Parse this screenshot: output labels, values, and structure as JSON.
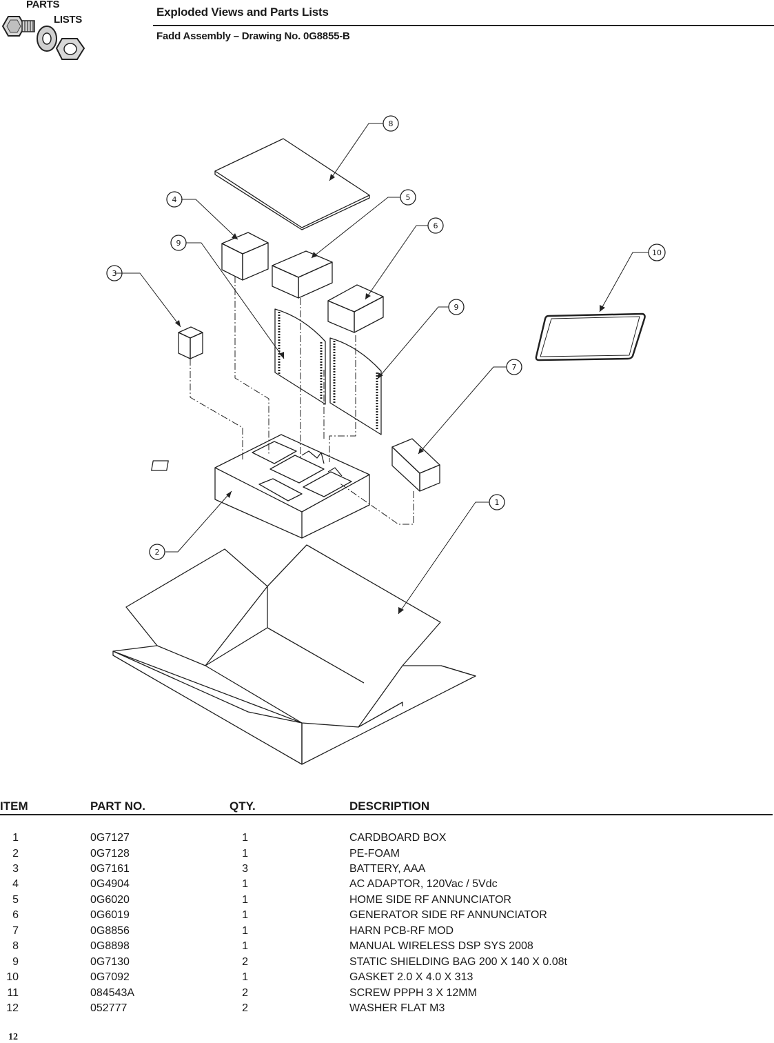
{
  "header": {
    "logo_line1": "PARTS",
    "logo_line2": "LISTS",
    "title": "Exploded Views and Parts Lists",
    "subtitle": "Fadd Assembly – Drawing No. 0G8855-B"
  },
  "callouts": [
    "8",
    "4",
    "5",
    "6",
    "9",
    "3",
    "10",
    "9",
    "7",
    "1",
    "2"
  ],
  "table": {
    "headers": {
      "item": "ITEM",
      "part_no": "PART NO.",
      "qty": "QTY.",
      "description": "DESCRIPTION"
    },
    "rows": [
      {
        "item": "1",
        "part_no": "0G7127",
        "qty": "1",
        "description": "CARDBOARD BOX"
      },
      {
        "item": "2",
        "part_no": "0G7128",
        "qty": "1",
        "description": "PE-FOAM"
      },
      {
        "item": "3",
        "part_no": "0G7161",
        "qty": "3",
        "description": "BATTERY, AAA"
      },
      {
        "item": "4",
        "part_no": "0G4904",
        "qty": "1",
        "description": "AC ADAPTOR, 120Vac / 5Vdc"
      },
      {
        "item": "5",
        "part_no": "0G6020",
        "qty": "1",
        "description": "HOME SIDE RF ANNUNCIATOR"
      },
      {
        "item": "6",
        "part_no": "0G6019",
        "qty": "1",
        "description": "GENERATOR SIDE RF ANNUNCIATOR"
      },
      {
        "item": "7",
        "part_no": "0G8856",
        "qty": "1",
        "description": "HARN PCB-RF MOD"
      },
      {
        "item": "8",
        "part_no": "0G8898",
        "qty": "1",
        "description": "MANUAL WIRELESS DSP SYS 2008"
      },
      {
        "item": "9",
        "part_no": "0G7130",
        "qty": "2",
        "description": "STATIC SHIELDING BAG 200 X 140 X 0.08t"
      },
      {
        "item": "10",
        "part_no": "0G7092",
        "qty": "1",
        "description": "GASKET 2.0 X 4.0 X 313"
      },
      {
        "item": "11",
        "part_no": "084543A",
        "qty": "2",
        "description": "SCREW PPPH 3 X 12MM"
      },
      {
        "item": "12",
        "part_no": "052777",
        "qty": "2",
        "description": "WASHER FLAT M3"
      }
    ]
  },
  "page_number": "12"
}
